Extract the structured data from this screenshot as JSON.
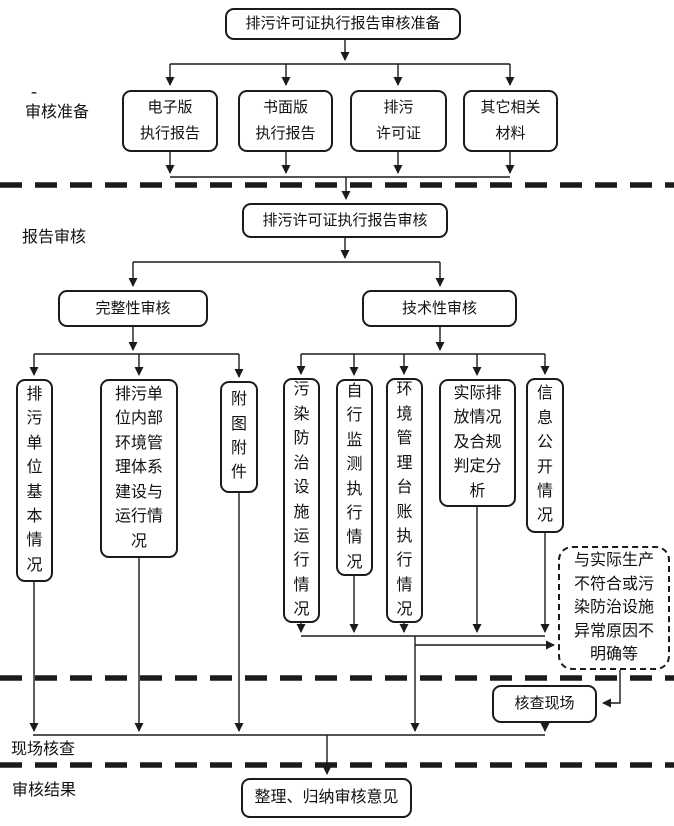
{
  "stage_labels": {
    "prep_dash": "-",
    "prep": "审核准备",
    "review": "报告审核",
    "site": "现场核查",
    "result": "审核结果"
  },
  "nodes": {
    "prep_title": "排污许可证执行报告审核准备",
    "electronic_report": "电子版\n执行报告",
    "paper_report": "书面版\n执行报告",
    "permit": "排污\n许可证",
    "other_materials": "其它相关\n材料",
    "review_title": "排污许可证执行报告审核",
    "completeness_review": "完整性审核",
    "technical_review": "技术性审核",
    "basic_info": "排\n污\n单\n位\n基\n本\n情\n况",
    "internal_mgmt": "排污单\n位内部\n环境管\n理体系\n建设与\n运行情\n况",
    "attachments": "附\n图\n附\n件",
    "pollution_facility": "污\n染\n防\n治\n设\n施\n运\n行\n情\n况",
    "self_monitoring": "自\n行\n监\n测\n执\n行\n情\n况",
    "env_ledger": "环\n境\n管\n理\n台\n账\n执\n行\n情\n况",
    "actual_discharge": "实际排\n放情况\n及合规\n判定分\n析",
    "info_disclosure": "信\n息\n公\n开\n情\n况",
    "abnormal_reason": "与实际生产\n不符合或污\n染防治设施\n异常原因不\n明确等",
    "site_verification": "核查现场",
    "conclusion": "整理、归纳审核意见"
  },
  "colors": {
    "line": "#1b1b1b",
    "background": "#ffffff"
  }
}
